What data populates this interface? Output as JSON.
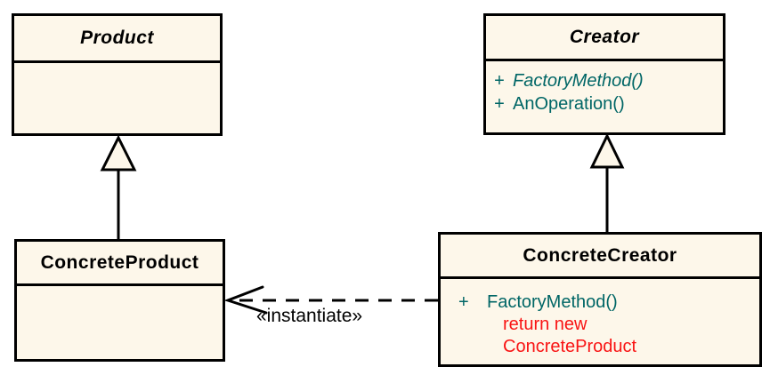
{
  "diagram_type": "uml-class-diagram",
  "colors": {
    "background": "#FFFFFF",
    "box_fill": "#FDF7EA",
    "box_border": "#000000",
    "title_text": "#000000",
    "method_text": "#006666",
    "annotation_text": "#F91414",
    "edge_line": "#000000"
  },
  "classes": {
    "product": {
      "name": "Product"
    },
    "creator": {
      "name": "Creator",
      "methods": [
        {
          "visibility": "+",
          "label": "FactoryMethod()"
        },
        {
          "visibility": "+",
          "label": "AnOperation()"
        }
      ]
    },
    "concrete_product": {
      "name": "ConcreteProduct"
    },
    "concrete_creator": {
      "name": "ConcreteCreator",
      "methods": [
        {
          "visibility": "+",
          "label": "FactoryMethod()"
        }
      ],
      "annotation_lines": [
        "return new",
        "ConcreteProduct"
      ]
    }
  },
  "edges": {
    "generalization_product": "ConcreteProduct → Product",
    "generalization_creator": "ConcreteCreator → Creator",
    "instantiate_label": "«instantiate»"
  }
}
